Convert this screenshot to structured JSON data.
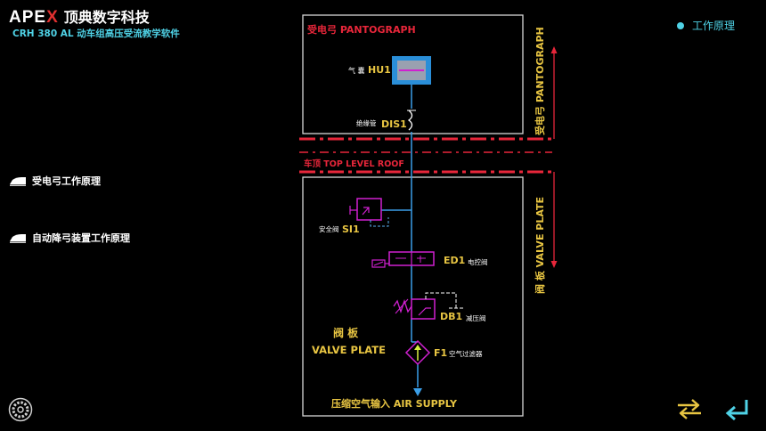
{
  "header": {
    "logo_text": "APE",
    "logo_x": "X",
    "brand_cn": "顶典数字科技",
    "subtitle": "CRH 380 AL 动车组高压受流教学软件"
  },
  "sidebar": {
    "items": [
      {
        "label": "受电弓工作原理"
      },
      {
        "label": "自动降弓装置工作原理"
      }
    ]
  },
  "top_right": {
    "label": "工作原理"
  },
  "diagram": {
    "pantograph_section": "受电弓 PANTOGRAPH",
    "roof_label": "车顶 TOP LEVEL ROOF",
    "side_pantograph": "受电弓 PANTOGRAPH",
    "side_valve_plate": "阀 板 VALVE PLATE",
    "components": {
      "hu1_cn": "气 囊",
      "hu1": "HU1",
      "dis1_cn": "绝缘管",
      "dis1": "DIS1",
      "si1_cn": "安全阀",
      "si1": "SI1",
      "ed1": "ED1",
      "ed1_cn": "电控阀",
      "db1": "DB1",
      "db1_cn": "减压阀",
      "f1": "F1",
      "f1_cn": "空气过滤器"
    },
    "valve_plate_cn": "阀 板",
    "valve_plate_en": "VALVE PLATE",
    "air_supply": "压缩空气输入 AIR SUPPLY"
  },
  "colors": {
    "accent": "#4fd2e6",
    "red": "#e8263a",
    "yellow": "#e8c542",
    "magenta": "#d020d0",
    "pipe": "#3a9ee8"
  }
}
